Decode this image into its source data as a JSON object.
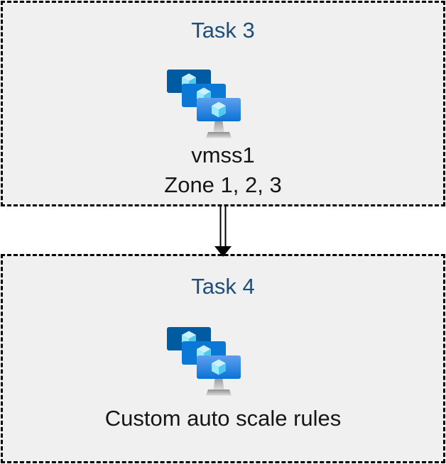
{
  "colors": {
    "box_bg": "#f0f0f0",
    "box_border": "#000000",
    "title": "#1f4e79",
    "caption": "#161616",
    "arrow": "#000000"
  },
  "boxes": [
    {
      "title": "Task 3",
      "icon": "vm-scale-sets-icon",
      "caption_lines": [
        "vmss1",
        "Zone 1, 2, 3"
      ]
    },
    {
      "title": "Task 4",
      "icon": "vm-scale-sets-icon",
      "caption_lines": [
        "Custom auto scale rules"
      ]
    }
  ],
  "connector": {
    "type": "double-line-arrow",
    "direction": "down"
  },
  "icon": {
    "name": "vm-scale-sets-icon",
    "screen_back": "#005ba1",
    "screen_middle": "#0a78d4",
    "screen_front_top": "#5ea0ef",
    "screen_front_bottom": "#0b72d4",
    "cube_top": "#c9f1ff",
    "cube_left": "#9cebff",
    "cube_right": "#50c9ee",
    "stand_dark": "#8f8f8f",
    "stand_light": "#dcdcdc"
  }
}
